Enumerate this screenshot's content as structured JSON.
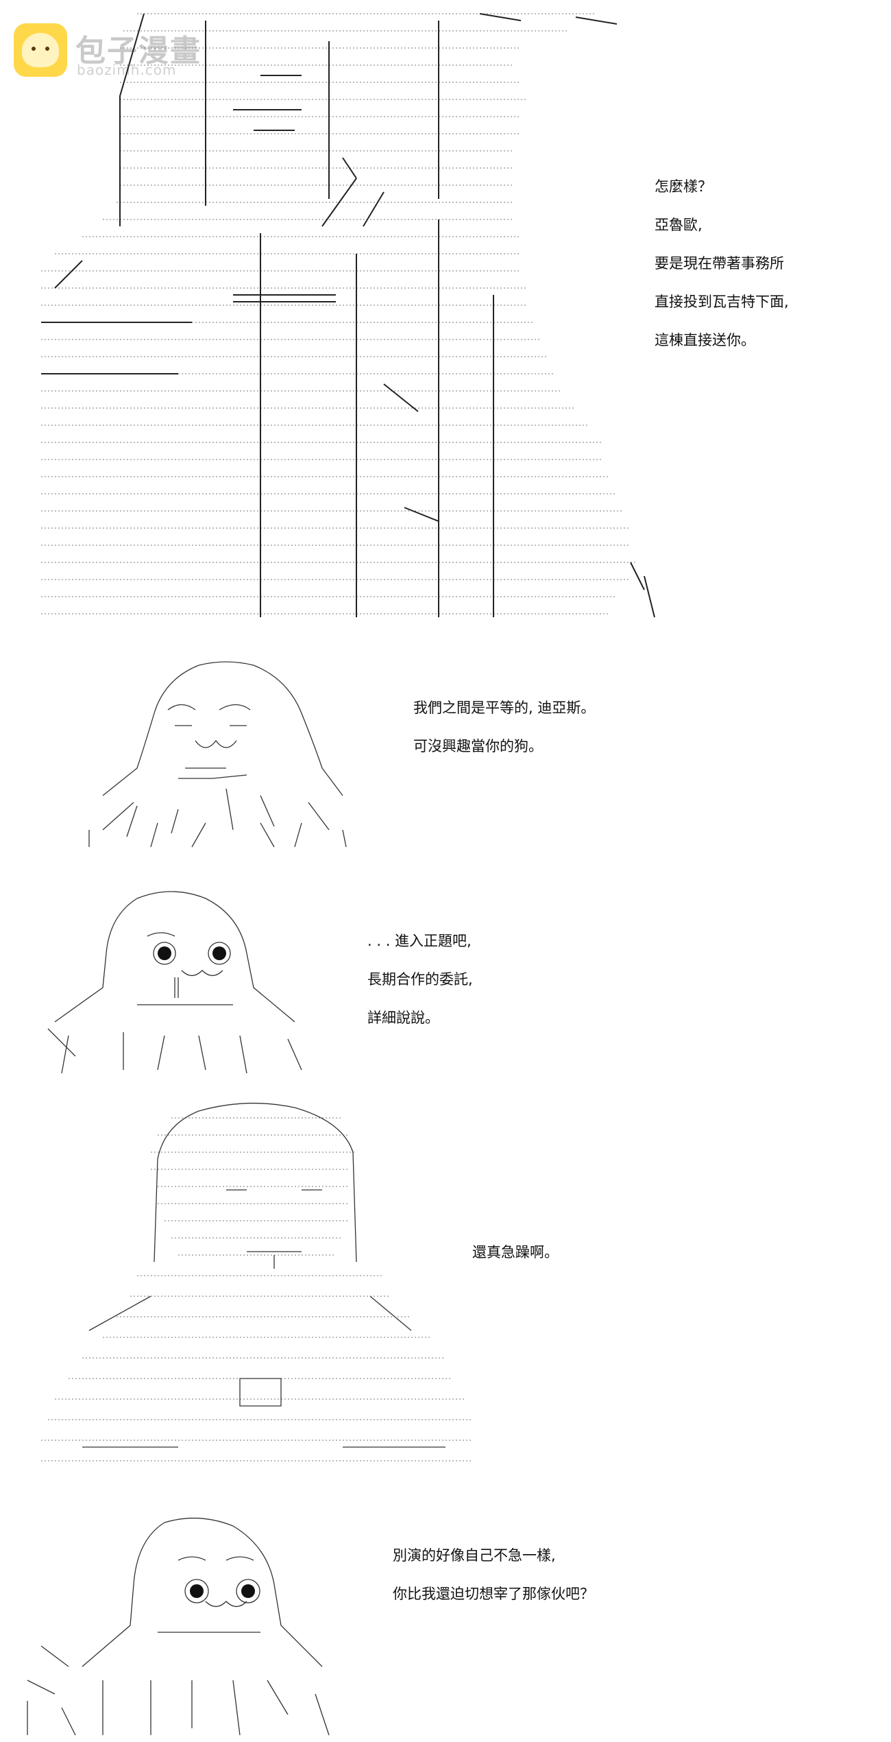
{
  "watermark": {
    "title": "包子漫畫",
    "url": "baozimh.com"
  },
  "panels": [
    {
      "lines": [
        "怎麼樣？",
        "亞魯歐,",
        "要是現在帶著事務所",
        "直接投到瓦吉特下面,",
        "這棟直接送你。"
      ]
    },
    {
      "lines": [
        "我們之間是平等的, 迪亞斯。",
        "可沒興趣當你的狗。"
      ]
    },
    {
      "lines": [
        ". . . 進入正題吧,",
        "長期合作的委託,",
        "詳細說說。"
      ]
    },
    {
      "lines": [
        "還真急躁啊。"
      ]
    },
    {
      "lines": [
        "別演的好像自己不急一樣,",
        "你比我還迫切想宰了那傢伙吧？"
      ]
    }
  ]
}
